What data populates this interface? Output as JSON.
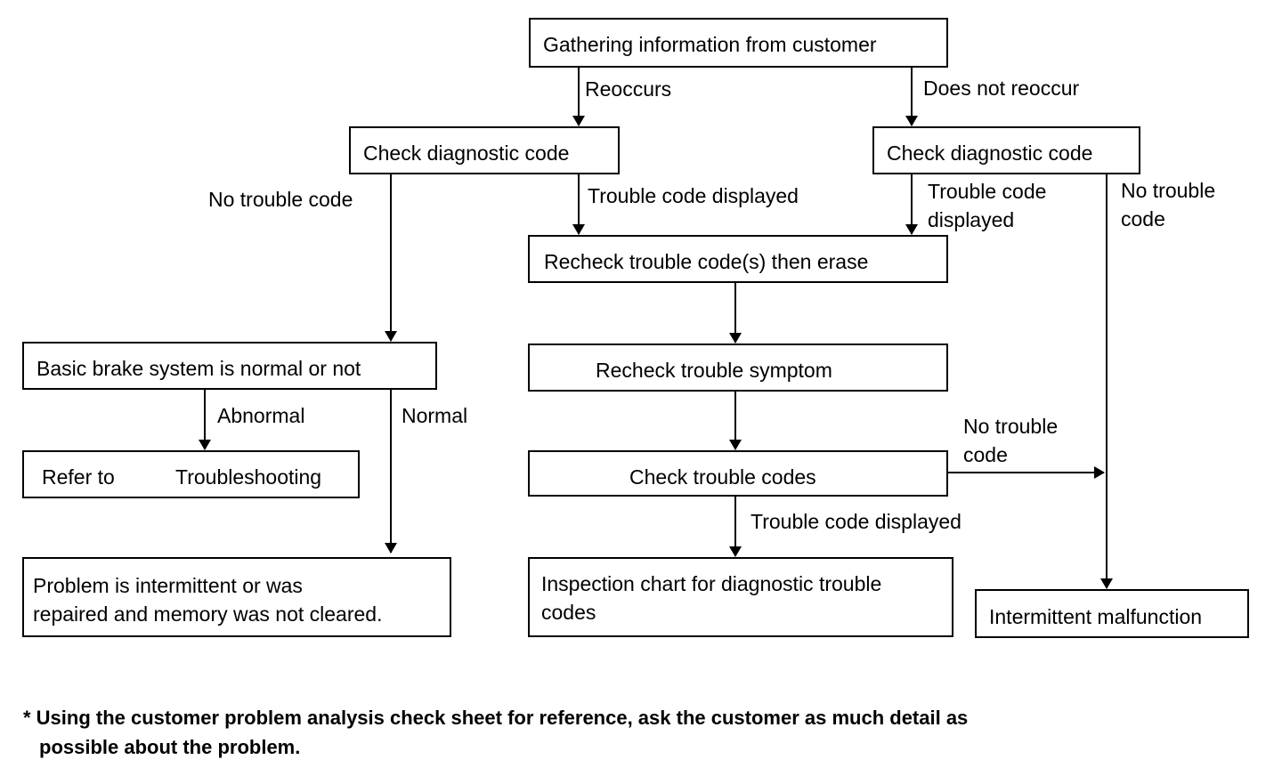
{
  "nodes": {
    "gather": "Gathering information from customer",
    "check_left": "Check diagnostic code",
    "check_right": "Check diagnostic code",
    "recheck_erase": "Recheck trouble code(s) then erase",
    "basic_brake": "Basic brake system is normal or not",
    "recheck_symptom": "Recheck trouble symptom",
    "refer": "Refer to",
    "troubleshooting": "Troubleshooting",
    "check_codes": "Check trouble codes",
    "problem_line1": "Problem is intermittent or was",
    "problem_line2": "repaired and memory was not cleared.",
    "inspection_line1": "Inspection chart for diagnostic trouble",
    "inspection_line2": "codes",
    "intermittent": "Intermittent malfunction"
  },
  "edges": {
    "reoccurs": "Reoccurs",
    "does_not_reoccur": "Does not reoccur",
    "no_trouble_code_left": "No trouble code",
    "trouble_code_displayed_mid": "Trouble code displayed",
    "trouble_code_right_line1": "Trouble code",
    "trouble_code_right_line2": "displayed",
    "no_trouble_right_line1": "No trouble",
    "no_trouble_right_line2": "code",
    "abnormal": "Abnormal",
    "normal": "Normal",
    "no_trouble_codes_line1": "No trouble",
    "no_trouble_codes_line2": "code",
    "trouble_code_displayed_bottom": "Trouble code displayed"
  },
  "footnote": {
    "line1": "* Using the customer problem analysis check sheet for reference, ask the customer as much detail as",
    "line2": "possible about the problem."
  }
}
